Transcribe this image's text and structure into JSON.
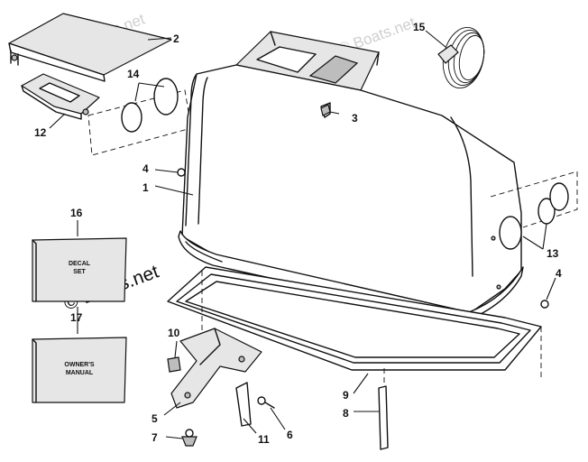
{
  "watermark": {
    "text": "© Boats.net"
  },
  "callouts": {
    "c1": "1",
    "c2": "2",
    "c3": "3",
    "c4a": "4",
    "c4b": "4",
    "c5": "5",
    "c6": "6",
    "c7": "7",
    "c8": "8",
    "c9": "9",
    "c10": "10",
    "c11": "11",
    "c12": "12",
    "c13": "13",
    "c14": "14",
    "c15": "15",
    "c16": "16",
    "c17": "17"
  },
  "decal_box": {
    "line1": "DECAL",
    "line2": "SET"
  },
  "manual_box": {
    "line1": "OWNER'S",
    "line2": "MANUAL"
  },
  "colors": {
    "ink": "#111111",
    "watermark": "#cfcfcf",
    "background": "#ffffff"
  }
}
